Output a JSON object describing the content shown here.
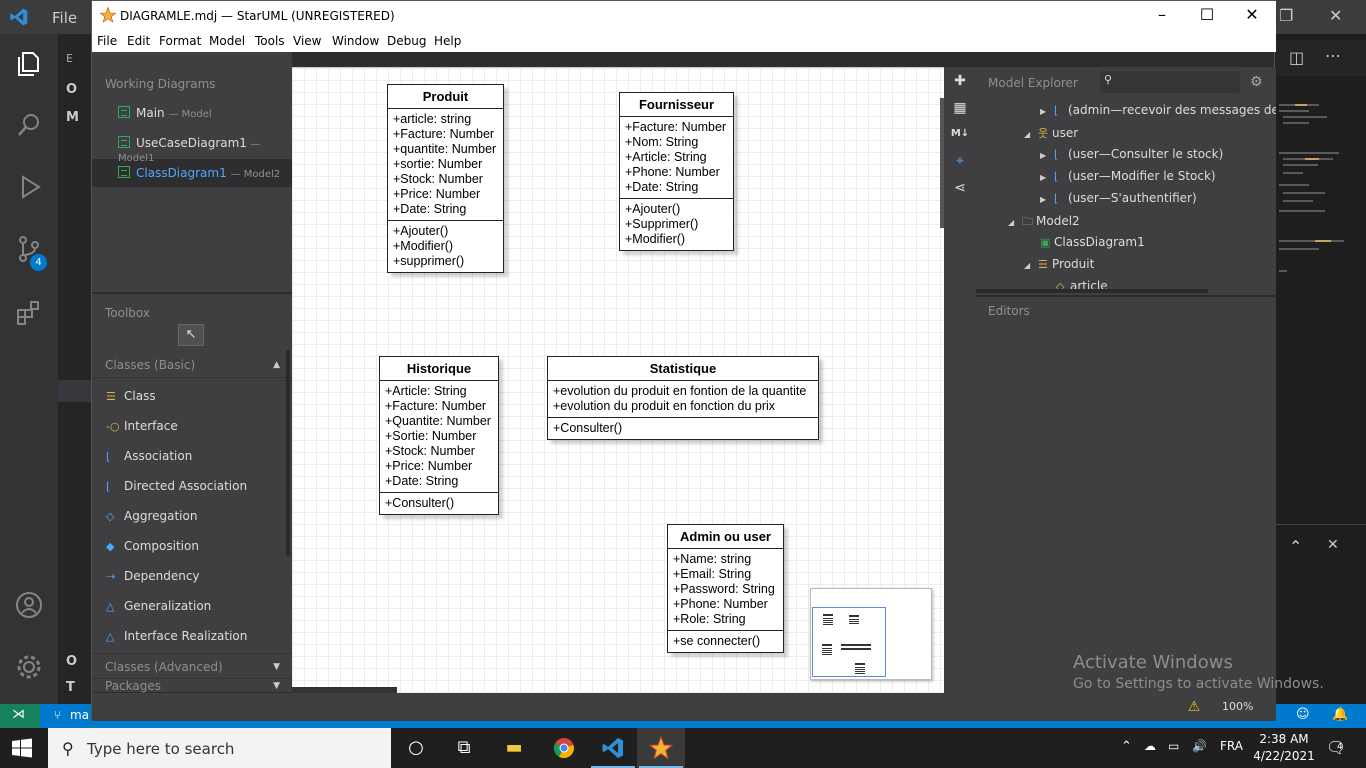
{
  "vscode": {
    "menu_file": "File",
    "explorer_short": "E",
    "sidebar_rows": [
      "O",
      "M",
      "O",
      "T"
    ],
    "source_control_badge": "4",
    "status_branch": "ma"
  },
  "staruml": {
    "window_title": "DIAGRAMLE.mdj — StarUML (UNREGISTERED)",
    "menu": [
      "File",
      "Edit",
      "Format",
      "Model",
      "Tools",
      "View",
      "Window",
      "Debug",
      "Help"
    ],
    "working_diagrams": {
      "header": "Working Diagrams",
      "items": [
        {
          "name": "Main",
          "model": "— Model"
        },
        {
          "name": "UseCaseDiagram1",
          "model": "— Model1"
        },
        {
          "name": "ClassDiagram1",
          "model": "— Model2"
        }
      ]
    },
    "toolbox": {
      "header": "Toolbox",
      "sections": {
        "basic": "Classes (Basic)",
        "advanced": "Classes (Advanced)",
        "packages": "Packages"
      },
      "tools": [
        "Class",
        "Interface",
        "Association",
        "Directed Association",
        "Aggregation",
        "Composition",
        "Dependency",
        "Generalization",
        "Interface Realization"
      ]
    },
    "diagram": {
      "classes": [
        {
          "name": "Produit",
          "attributes": [
            "+article: string",
            "+Facture: Number",
            "+quantite: Number",
            "+sortie: Number",
            "+Stock: Number",
            "+Price: Number",
            "+Date: String"
          ],
          "operations": [
            "+Ajouter()",
            "+Modifier()",
            "+supprimer()"
          ]
        },
        {
          "name": "Fournisseur",
          "attributes": [
            "+Facture: Number",
            "+Nom: String",
            "+Article: String",
            "+Phone: Number",
            "+Date: String"
          ],
          "operations": [
            "+Ajouter()",
            "+Supprimer()",
            "+Modifier()"
          ]
        },
        {
          "name": "Historique",
          "attributes": [
            "+Article: String",
            "+Facture: Number",
            "+Quantite: Number",
            "+Sortie: Number",
            "+Stock: Number",
            "+Price: Number",
            "+Date: String"
          ],
          "operations": [
            "+Consulter()"
          ]
        },
        {
          "name": "Statistique",
          "attributes": [
            "+evolution du produit en fontion de la quantite",
            "+evolution du produit en fonction du prix"
          ],
          "operations": [
            "+Consulter()"
          ]
        },
        {
          "name": "Admin ou user",
          "attributes": [
            "+Name: string",
            "+Email: String",
            "+Password: String",
            "+Phone: Number",
            "+Role: String"
          ],
          "operations": [
            "+se connecter()"
          ]
        }
      ]
    },
    "model_explorer": {
      "header": "Model Explorer",
      "tree": [
        {
          "label": "(admin—recevoir des messages des",
          "icon": "usecase-icon"
        },
        {
          "label": "user",
          "icon": "actor-icon"
        },
        {
          "label": "(user—Consulter le stock)",
          "icon": "usecase-icon"
        },
        {
          "label": "(user—Modifier le Stock)",
          "icon": "usecase-icon"
        },
        {
          "label": "(user—S'authentifier)",
          "icon": "usecase-icon"
        },
        {
          "label": "Model2",
          "icon": "package-icon"
        },
        {
          "label": "ClassDiagram1",
          "icon": "class-diagram-icon"
        },
        {
          "label": "Produit",
          "icon": "class-icon"
        },
        {
          "label": "article",
          "icon": "attribute-icon"
        }
      ]
    },
    "editors_header": "Editors",
    "toolstrip_md": "M↓",
    "zoom": "100%"
  },
  "watermark": {
    "line1": "Activate Windows",
    "line2": "Go to Settings to activate Windows."
  },
  "taskbar": {
    "search_placeholder": "Type here to search",
    "lang": "FRA",
    "time": "2:38 AM",
    "date": "4/22/2021",
    "notifications": "4"
  }
}
